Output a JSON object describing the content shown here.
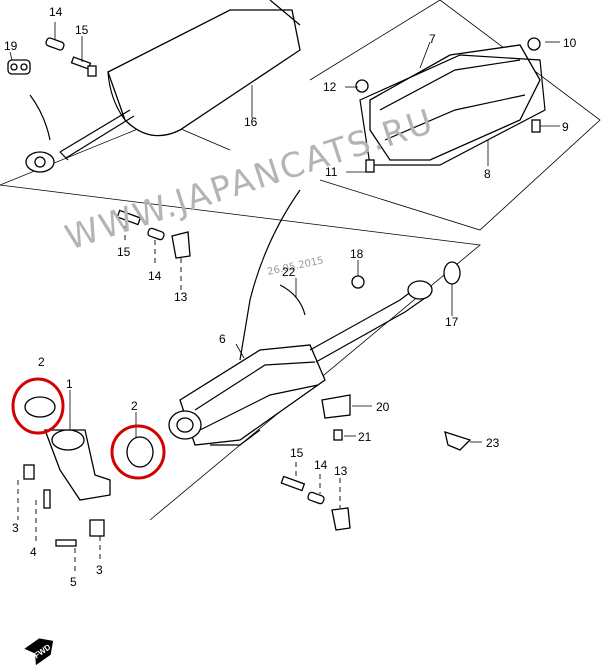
{
  "watermark": "WWW.JAPANCATS.RU",
  "date_stamp": "26.05.2015",
  "fwd_label": "FWD",
  "callouts": {
    "c1": "1",
    "c2a": "2",
    "c2b": "2",
    "c3a": "3",
    "c3b": "3",
    "c4": "4",
    "c5": "5",
    "c6": "6",
    "c7": "7",
    "c8": "8",
    "c9": "9",
    "c10": "10",
    "c11": "11",
    "c12": "12",
    "c13a": "13",
    "c13b": "13",
    "c14a": "14",
    "c14b": "14",
    "c14c": "14",
    "c15a": "15",
    "c15b": "15",
    "c15c": "15",
    "c16": "16",
    "c17": "17",
    "c18": "18",
    "c19": "19",
    "c20": "20",
    "c21": "21",
    "c22": "22",
    "c23": "23"
  },
  "highlight_color": "#d40000"
}
